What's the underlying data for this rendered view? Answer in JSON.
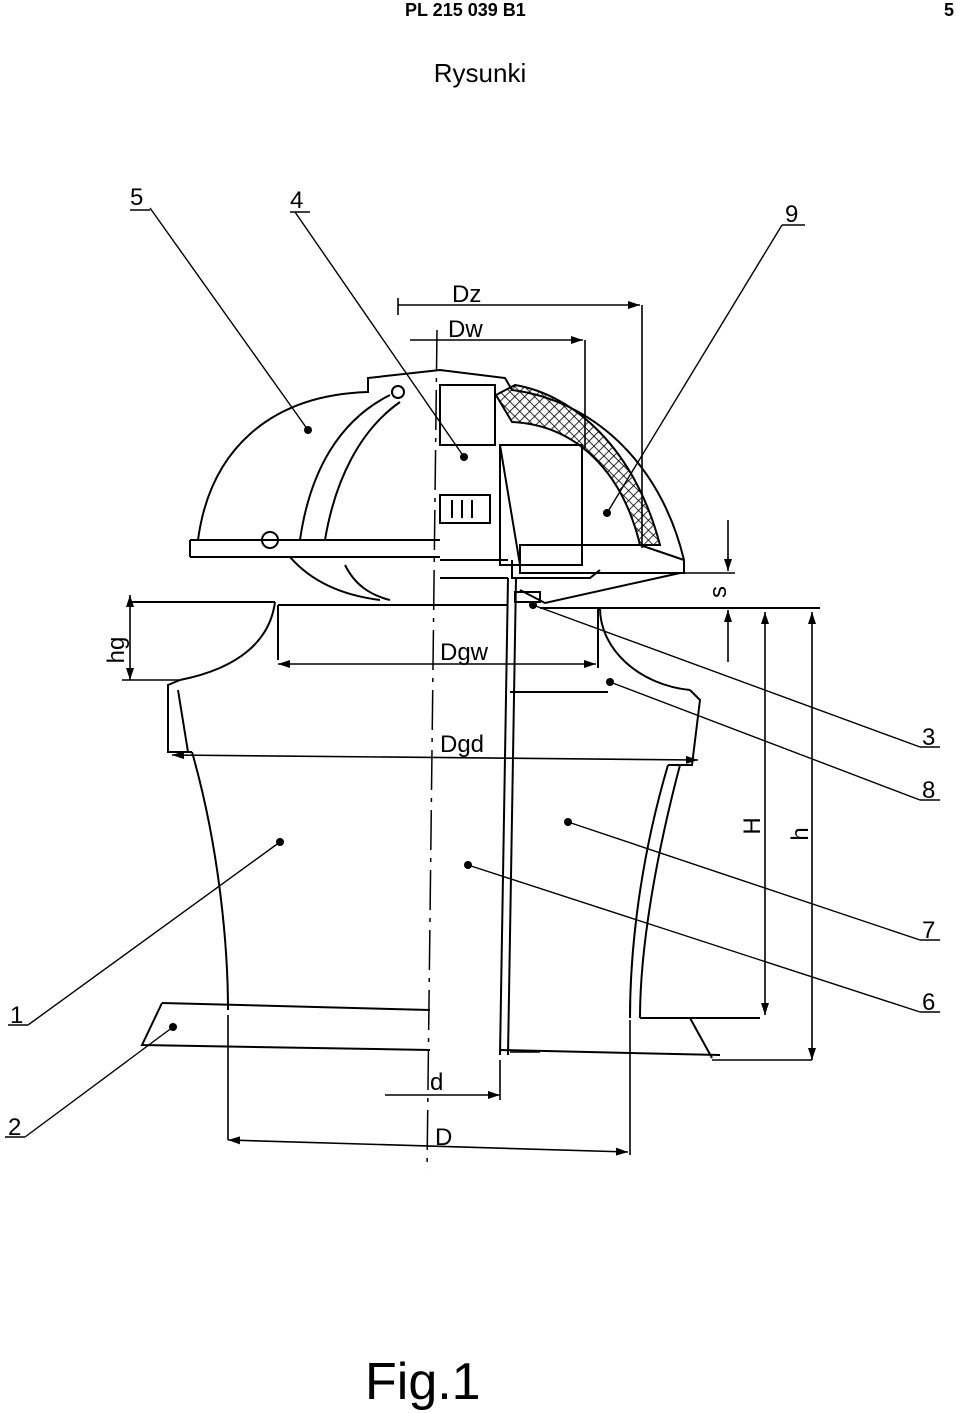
{
  "header": {
    "patent_number": "PL 215 039 B1",
    "page_number": "5"
  },
  "section_title": "Rysunki",
  "figure_label": "Fig.1",
  "reference_numerals": [
    "1",
    "2",
    "3",
    "4",
    "5",
    "6",
    "7",
    "8",
    "9"
  ],
  "dimensions": {
    "Dz": "Dz",
    "Dw": "Dw",
    "Dgw": "Dgw",
    "Dgd": "Dgd",
    "d": "d",
    "D": "D",
    "hg": "hg",
    "s": "s",
    "H": "H",
    "h": "h"
  }
}
